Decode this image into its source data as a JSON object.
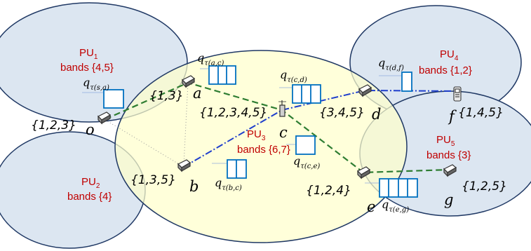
{
  "colors": {
    "pu_circle_fill": "#dce6f1",
    "pu_circle_stroke": "#1f3864",
    "su_region_fill": "#ffffcc",
    "pu_text": "#c00000",
    "queue_stroke": "#0070c0",
    "green_link": "#2e7d32",
    "blue_link": "#1f3fcc"
  },
  "primary_users": [
    {
      "id": "pu1",
      "label_main": "PU",
      "label_sub": "1",
      "bands": "bands {4,5}"
    },
    {
      "id": "pu2",
      "label_main": "PU",
      "label_sub": "2",
      "bands": "bands {4}"
    },
    {
      "id": "pu3",
      "label_main": "PU",
      "label_sub": "3",
      "bands": "bands {6,7}"
    },
    {
      "id": "pu4",
      "label_main": "PU",
      "label_sub": "4",
      "bands": "bands {1,2}"
    },
    {
      "id": "pu5",
      "label_main": "PU",
      "label_sub": "5",
      "bands": "bands {3}"
    }
  ],
  "nodes": [
    {
      "id": "o",
      "label": "o",
      "bands": "{1,2,3}",
      "icon": "router-icon"
    },
    {
      "id": "a",
      "label": "a",
      "bands": "{1,3}",
      "icon": "router-icon"
    },
    {
      "id": "b",
      "label": "b",
      "bands": "{1,3,5}",
      "icon": "router-icon"
    },
    {
      "id": "c",
      "label": "c",
      "bands": "{1,2,3,4,5}",
      "icon": "antenna-icon"
    },
    {
      "id": "d",
      "label": "d",
      "bands": "{3,4,5}",
      "icon": "router-icon"
    },
    {
      "id": "e",
      "label": "e",
      "bands": "{1,2,4}",
      "icon": "router-icon"
    },
    {
      "id": "f",
      "label": "f",
      "bands": "{1,4,5}",
      "icon": "phone-icon"
    },
    {
      "id": "g",
      "label": "g",
      "bands": "{1,2,5}",
      "icon": "router-icon"
    }
  ],
  "queues": [
    {
      "id": "sa",
      "q": "q",
      "tau": "τ",
      "sub": "(s,a)",
      "slots": 1
    },
    {
      "id": "ac",
      "q": "q",
      "tau": "τ",
      "sub": "(a,c)",
      "slots": 3
    },
    {
      "id": "cd",
      "q": "q",
      "tau": "τ",
      "sub": "(c,d)",
      "slots": 3
    },
    {
      "id": "df",
      "q": "q",
      "tau": "τ",
      "sub": "(d,f)",
      "slots": 1
    },
    {
      "id": "ce",
      "q": "q",
      "tau": "τ",
      "sub": "(c,e)",
      "slots": 1
    },
    {
      "id": "bc",
      "q": "q",
      "tau": "τ",
      "sub": "(b,c)",
      "slots": 2
    },
    {
      "id": "eg",
      "q": "q",
      "tau": "τ",
      "sub": "(e,g)",
      "slots": 4
    }
  ],
  "links": [
    {
      "from": "o",
      "to": "a",
      "style": "green-dashed"
    },
    {
      "from": "a",
      "to": "c",
      "style": "green-dashed"
    },
    {
      "from": "c",
      "to": "e",
      "style": "green-dashed"
    },
    {
      "from": "e",
      "to": "g",
      "style": "green-dashed"
    },
    {
      "from": "b",
      "to": "c",
      "style": "blue-dashdot"
    },
    {
      "from": "c",
      "to": "d",
      "style": "blue-dashdot"
    },
    {
      "from": "d",
      "to": "f",
      "style": "blue-dashdot"
    },
    {
      "from": "o",
      "to": "b",
      "style": "gray-dotted"
    },
    {
      "from": "a",
      "to": "b",
      "style": "gray-dotted"
    }
  ]
}
